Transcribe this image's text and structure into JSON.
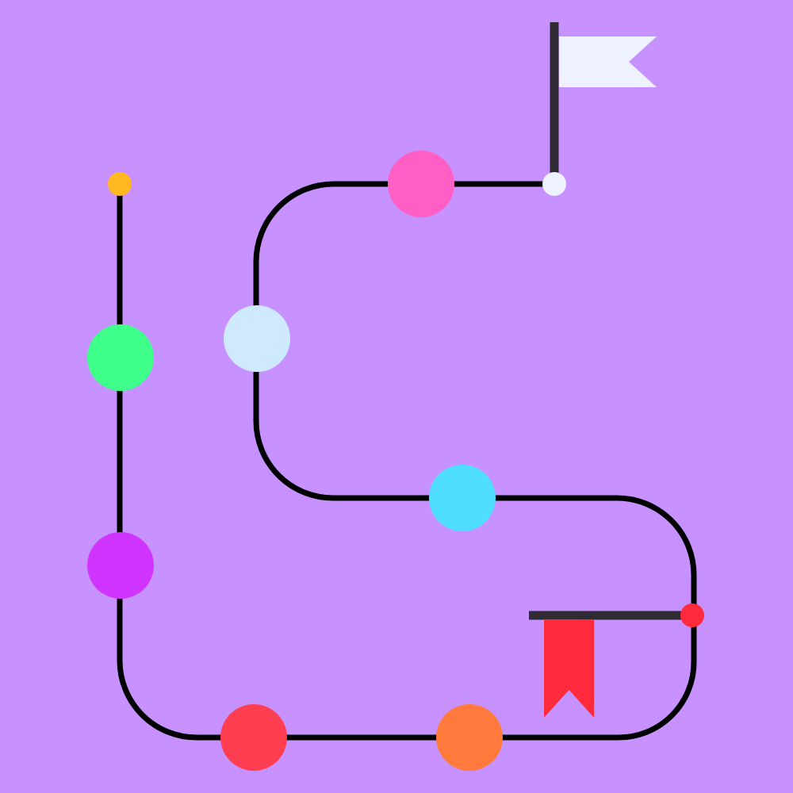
{
  "colors": {
    "background": "#c792ff",
    "path_line": "#000000",
    "pole": "#2f2b33",
    "finish_flag": "#eef2ff",
    "start_dot": "#ffb81f",
    "finish_dot": "#eef2ff",
    "bookmark_ribbon": "#ff2b3d",
    "bookmark_dot": "#ff2b3d"
  },
  "icons": {
    "finish_flag": "flag-icon",
    "bookmark": "bookmark-ribbon-icon"
  },
  "milestones": [
    {
      "name": "milestone-green",
      "color": "#3dff8a"
    },
    {
      "name": "milestone-magenta",
      "color": "#d034ff"
    },
    {
      "name": "milestone-red",
      "color": "#ff3e52"
    },
    {
      "name": "milestone-orange",
      "color": "#ff7a3c"
    },
    {
      "name": "milestone-cyan",
      "color": "#4fdeff"
    },
    {
      "name": "milestone-pale-blue",
      "color": "#cfeaff"
    },
    {
      "name": "milestone-pink",
      "color": "#ff5ec4"
    }
  ]
}
